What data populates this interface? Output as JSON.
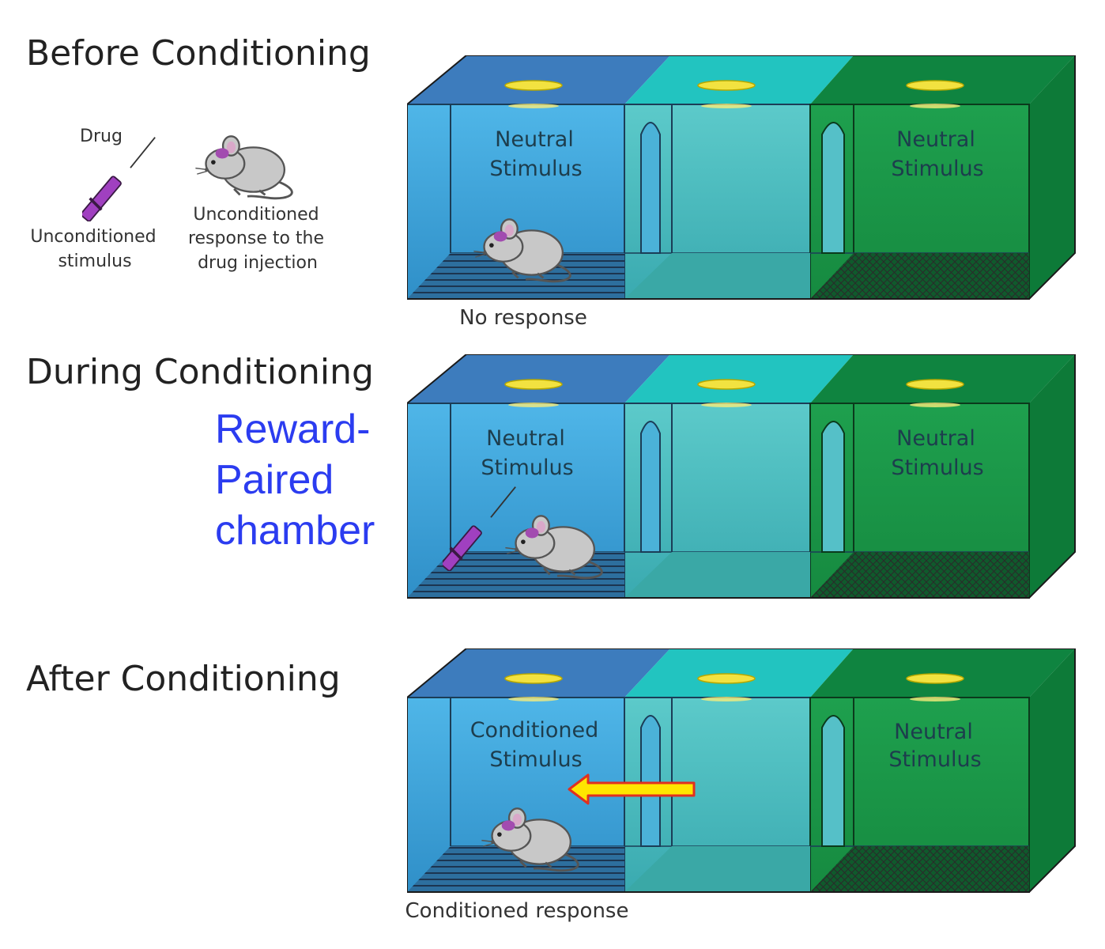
{
  "sections": [
    {
      "title": "Before Conditioning",
      "chambers": [
        {
          "label_line1": "Neutral",
          "label_line2": "Stimulus"
        },
        {
          "label_line1": "",
          "label_line2": ""
        },
        {
          "label_line1": "Neutral",
          "label_line2": "Stimulus"
        }
      ],
      "response_label": "No response"
    },
    {
      "title": "During Conditioning",
      "chambers": [
        {
          "label_line1": "Neutral",
          "label_line2": "Stimulus"
        },
        {
          "label_line1": "",
          "label_line2": ""
        },
        {
          "label_line1": "Neutral",
          "label_line2": "Stimulus"
        }
      ],
      "response_label": ""
    },
    {
      "title": "After Conditioning",
      "chambers": [
        {
          "label_line1": "Conditioned",
          "label_line2": "Stimulus"
        },
        {
          "label_line1": "",
          "label_line2": ""
        },
        {
          "label_line1": "Neutral",
          "label_line2": "Stimulus"
        }
      ],
      "response_label": "Conditioned response"
    }
  ],
  "legend": {
    "drug_label": "Drug",
    "us_line1": "Unconditioned",
    "us_line2": "stimulus",
    "ur_line1": "Unconditioned",
    "ur_line2": "response to the",
    "ur_line3": "drug injection"
  },
  "reward_label": {
    "line1": "Reward-",
    "line2": "Paired",
    "line3": "chamber"
  },
  "colors": {
    "left_chamber": "#4aaee0",
    "middle_chamber": "#55c4c4",
    "right_chamber": "#1a9a4a",
    "syringe": "#a040c0",
    "arrow": "#ffe000",
    "reward_text": "#2b3cf0"
  },
  "icons": [
    "syringe-icon",
    "mouse-icon",
    "light-icon",
    "arrow-icon"
  ]
}
